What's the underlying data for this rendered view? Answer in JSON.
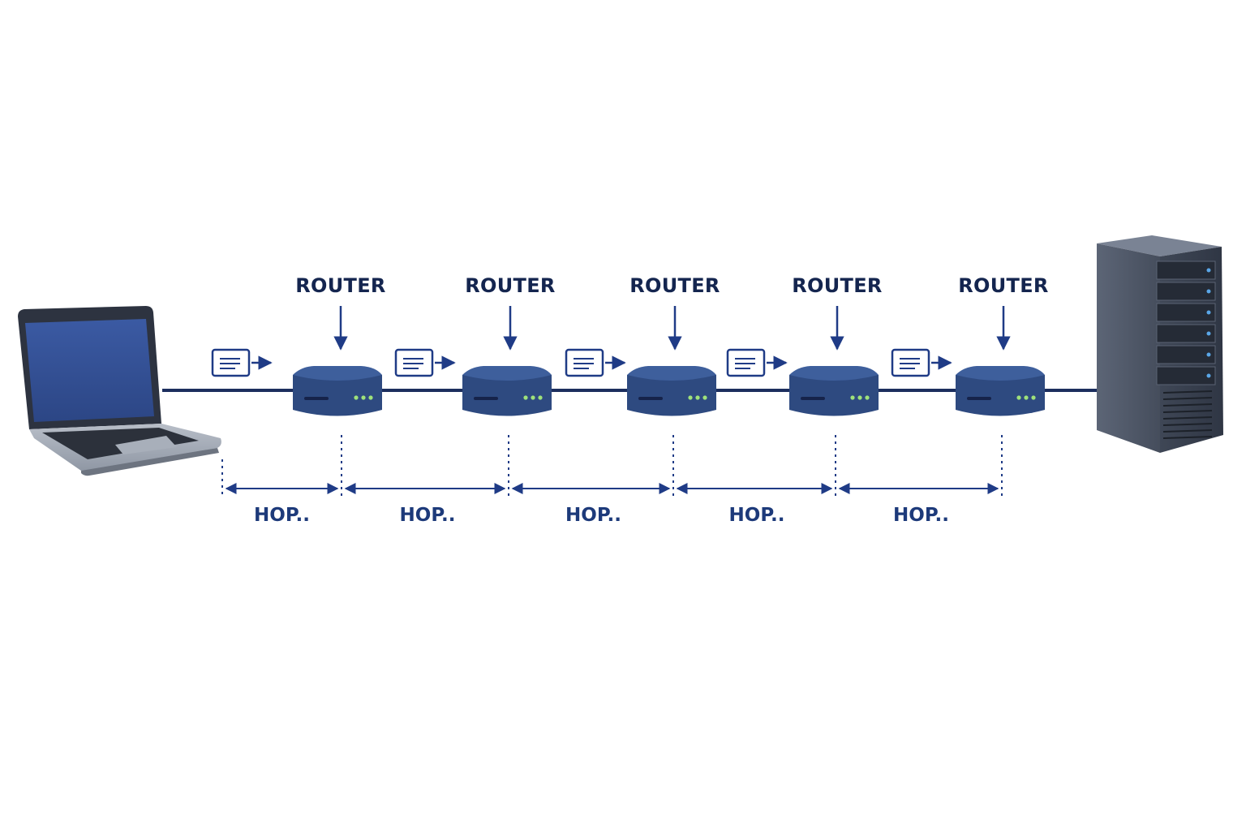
{
  "diagram": {
    "routers": [
      {
        "label": "ROUTER"
      },
      {
        "label": "ROUTER"
      },
      {
        "label": "ROUTER"
      },
      {
        "label": "ROUTER"
      },
      {
        "label": "ROUTER"
      }
    ],
    "hops": [
      {
        "label": "HOP.."
      },
      {
        "label": "HOP.."
      },
      {
        "label": "HOP.."
      },
      {
        "label": "HOP.."
      },
      {
        "label": "HOP.."
      }
    ],
    "colors": {
      "router_body": "#2e4a80",
      "router_top": "#3e5f9c",
      "link": "#1c2e5e",
      "accent": "#1f3b86",
      "led": "#9fe27a"
    }
  }
}
